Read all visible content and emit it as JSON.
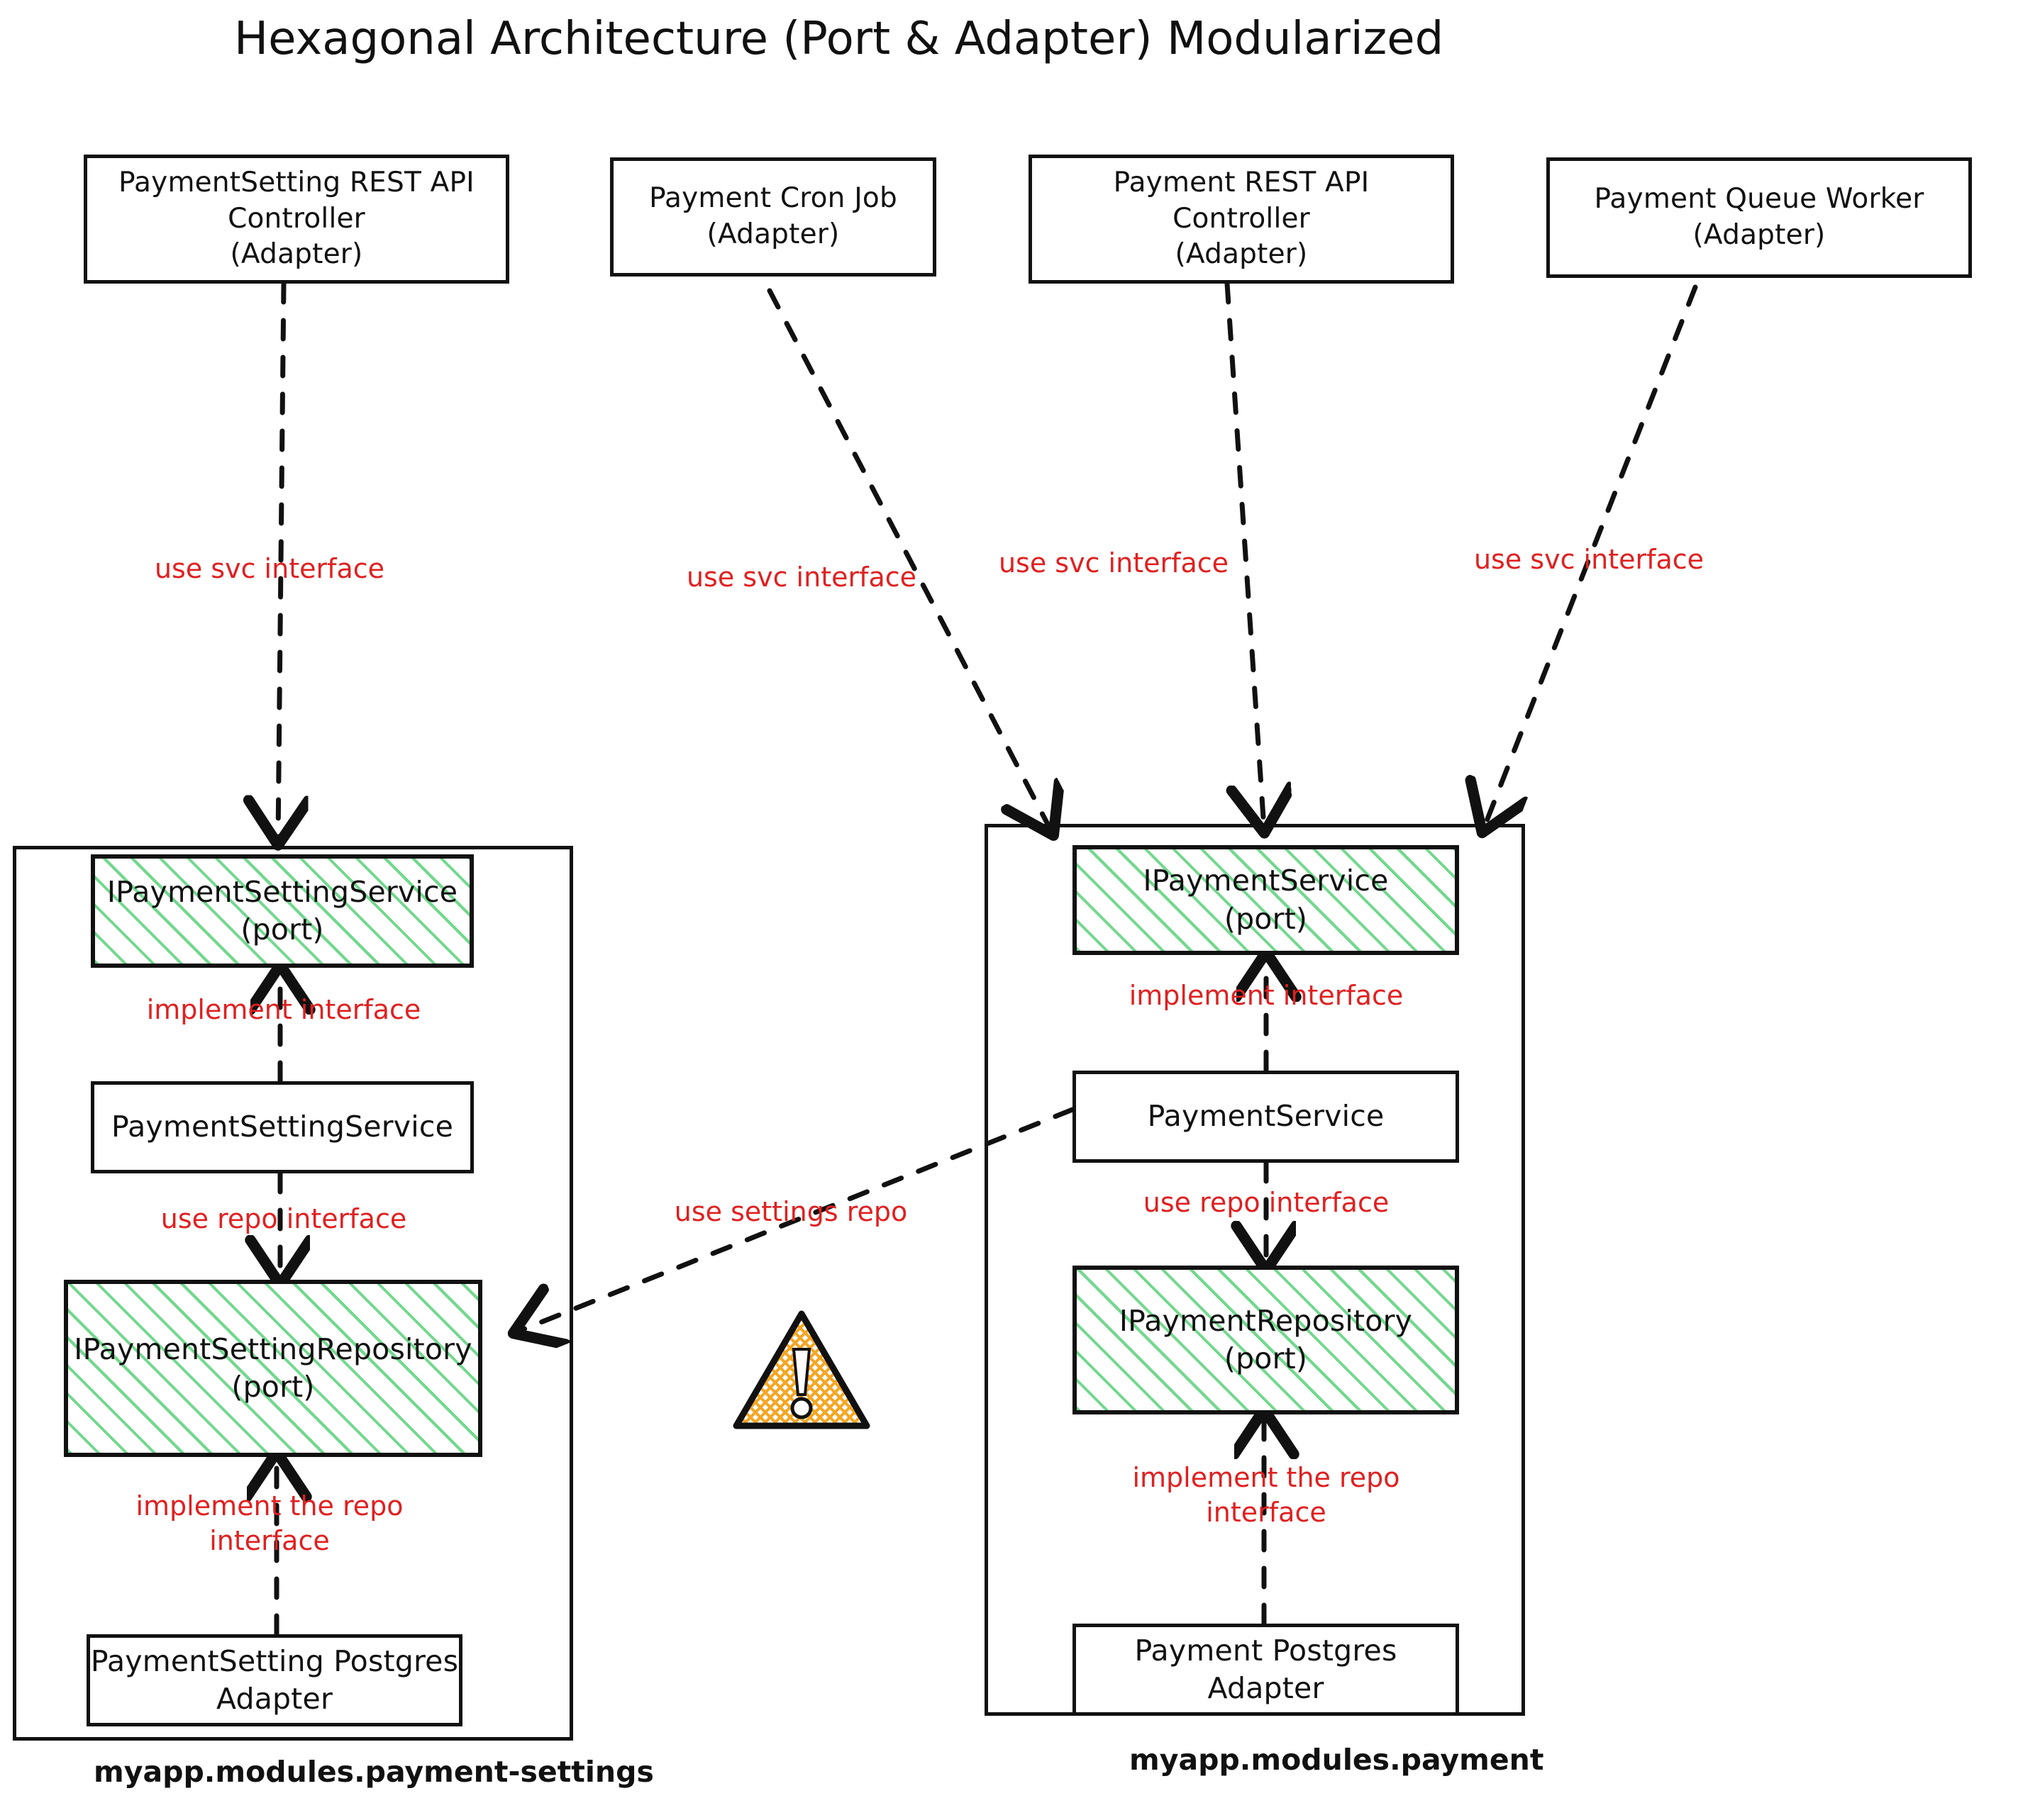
{
  "title": "Hexagonal Architecture  (Port & Adapter) Modularized",
  "colors": {
    "ink": "#111111",
    "edge_label_red": "#e02020",
    "port_hatch_green": "#6ad687",
    "warning_amber": "#f5a623",
    "background": "#ffffff"
  },
  "adapters": [
    {
      "id": "payment-setting-rest-api-controller",
      "label": "PaymentSetting REST API\nController\n(Adapter)"
    },
    {
      "id": "payment-cron-job",
      "label": "Payment Cron Job\n(Adapter)"
    },
    {
      "id": "payment-rest-api-controller",
      "label": "Payment REST API\nController\n(Adapter)"
    },
    {
      "id": "payment-queue-worker",
      "label": "Payment Queue Worker\n(Adapter)"
    }
  ],
  "modules": [
    {
      "id": "payment-settings",
      "label": "myapp.modules.payment-settings",
      "nodes": [
        {
          "id": "i-payment-setting-service",
          "kind": "port",
          "label": "IPaymentSettingService\n(port)"
        },
        {
          "id": "payment-setting-service",
          "kind": "class",
          "label": "PaymentSettingService"
        },
        {
          "id": "i-payment-setting-repository",
          "kind": "port",
          "label": "IPaymentSettingRepository\n(port)"
        },
        {
          "id": "payment-setting-postgres-adapter",
          "kind": "class",
          "label": "PaymentSetting Postgres\nAdapter"
        }
      ]
    },
    {
      "id": "payment",
      "label": "myapp.modules.payment",
      "nodes": [
        {
          "id": "i-payment-service",
          "kind": "port",
          "label": "IPaymentService\n(port)"
        },
        {
          "id": "payment-service",
          "kind": "class",
          "label": "PaymentService"
        },
        {
          "id": "i-payment-repository",
          "kind": "port",
          "label": "IPaymentRepository\n(port)"
        },
        {
          "id": "payment-postgres-adapter",
          "kind": "class",
          "label": "Payment Postgres\nAdapter"
        }
      ]
    }
  ],
  "edge_labels": {
    "use_svc_1": "use svc interface",
    "use_svc_2": "use svc interface",
    "use_svc_3": "use svc interface",
    "use_svc_4": "use svc interface",
    "implement_interface_left": "implement interface",
    "implement_interface_right": "implement interface",
    "use_repo_interface_left": "use repo interface",
    "use_repo_interface_right": "use repo interface",
    "implement_repo_left": "implement the repo\ninterface",
    "implement_repo_right": "implement the repo\ninterface",
    "use_settings_repo": "use settings repo"
  },
  "warning_icon": "warning-triangle-icon"
}
